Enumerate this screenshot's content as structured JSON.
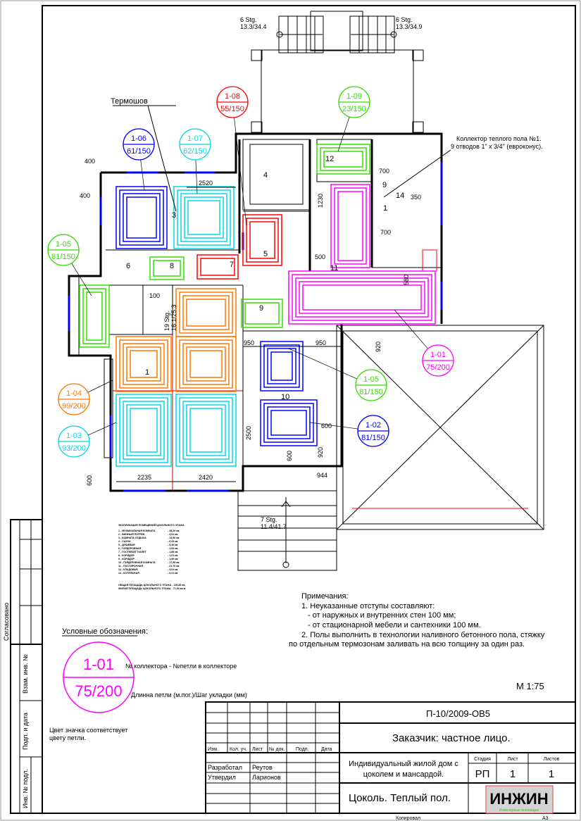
{
  "drawing": {
    "thermoshov_label": "Термошов",
    "collector_note": [
      "Коллектор теплого пола №1.",
      "9 отводов 1\" x 3/4\" (евроконус)."
    ],
    "stairs": [
      {
        "name": "6 Stg.",
        "value": "13.3/34.4"
      },
      {
        "name": "6 Stg.",
        "value": "13.3/34.9"
      },
      {
        "name": "19 Stg.",
        "value": "16.1/25.3"
      },
      {
        "name": "7 Stg.",
        "value": "11.4/41.7"
      }
    ],
    "dimensions": [
      "400",
      "400",
      "2520",
      "700",
      "1230",
      "350",
      "700",
      "500",
      "580",
      "100",
      "950",
      "950",
      "920",
      "600",
      "2500",
      "600",
      "920",
      "944",
      "2235",
      "2420",
      "600"
    ],
    "rooms": [
      "3",
      "4",
      "12",
      "9",
      "14",
      "1",
      "5",
      "7",
      "6",
      "8",
      "11",
      "9",
      "1",
      "10"
    ],
    "markers": [
      {
        "id": "1-06",
        "len": "61/150",
        "color": "#0000ff"
      },
      {
        "id": "1-07",
        "len": "62/150",
        "color": "#00d8e8"
      },
      {
        "id": "1-08",
        "len": "55/150",
        "color": "#ff0000"
      },
      {
        "id": "1-09",
        "len": "23/150",
        "color": "#33dd00"
      },
      {
        "id": "1-05",
        "len": "81/150",
        "color": "#33dd00"
      },
      {
        "id": "1-04",
        "len": "99/200",
        "color": "#ff7700"
      },
      {
        "id": "1-03",
        "len": "93/200",
        "color": "#00d8e8"
      },
      {
        "id": "1-01",
        "len": "75/200",
        "color": "#ff00ff"
      },
      {
        "id": "1-05",
        "len": "81/150",
        "color": "#33dd00"
      },
      {
        "id": "1-02",
        "len": "81/150",
        "color": "#0000ff"
      }
    ]
  },
  "explication": {
    "title": "ЭКСПЛИКАЦИЯ ПОМЕЩЕНИЙ ЦОКОЛЬНОГО ЭТАЖА",
    "rows": [
      [
        "1 - МУЗЫКАЛЬНАЯ КОМНАТА",
        "- 38,20 кв."
      ],
      [
        "2 - ВИННЫЙ ПОГРЕБ",
        "- 3,04 кв."
      ],
      [
        "3 - КОМНАТА ОТДЫХА",
        "- 14,90 кв."
      ],
      [
        "4 - САУНА",
        "- 6,43 кв."
      ],
      [
        "5 - ДУШЕВАЯ",
        "- 5,30 кв."
      ],
      [
        "6 - ГАРДЕРОБНАЯ",
        "- 1,82 кв."
      ],
      [
        "7 - ГОСТЕВОЙ ТУАЛЕТ",
        "- 1,85 кв."
      ],
      [
        "8 - КОРИДОР",
        "- 1,01 кв."
      ],
      [
        "9 - КОРИДОР",
        "- 1,99 кв."
      ],
      [
        "10 - ГАРДЕРОБНАЯ КОМНАТА",
        "- 17,95 кв."
      ],
      [
        "11 - ПОСТИРОЧНАЯ",
        "- 21,70 кв."
      ],
      [
        "12 - КЛАДОВАЯ",
        "- 3,04 кв."
      ],
      [
        "14 - КОТЕЛЬНАЯ",
        "- 9,21 кв."
      ]
    ],
    "total": "ОБЩАЯ ПЛОЩАДЬ ЦОКОЛЬНОГО ЭТАЖА - 139,89 кв.",
    "living": "ЖИЛАЯ ПЛОЩАДЬ ЦОКОЛЬНОГО ЭТАЖА - 71,90 кв.м"
  },
  "notes": {
    "title": "Примечания:",
    "lines": [
      "1. Неуказанные отступы составляют:",
      "- от наружных и внутренних стен 100 мм;",
      "- от стационарной мебели и сантехники 100 мм.",
      "2. Полы выполнить в технологии наливного бетонного пола, стяжку",
      "по отдельным термозонам заливать на всю толщину за один раз."
    ]
  },
  "legend": {
    "title": "Условные обозначения:",
    "marker_id": "1-01",
    "marker_len": "75/200",
    "marker_color": "#ff00ff",
    "id_desc": "№ коллектора - №петли в коллекторе",
    "len_desc": "Длинна петли (м.пог.)/Шаг укладки (мм)",
    "color_note": [
      "Цвет значка соответствует",
      "цвету петли."
    ]
  },
  "scale": "М 1:75",
  "side_stamp": {
    "agreed": "Согласовано",
    "replace_inv": "Взам. инв. №",
    "sign_date": "Подп. и дата",
    "inv_orig": "Инв. № подл."
  },
  "title_block": {
    "code": "П-10/2009-ОВ5",
    "customer": "Заказчик: частное лицо.",
    "headers": [
      "Изм.",
      "Кол. уч.",
      "Лист",
      "№ док.",
      "Подп.",
      "Дата"
    ],
    "developed_label": "Разработал",
    "developed_name": "Реутов",
    "approved_label": "Утвердил",
    "approved_name": "Ларионов",
    "project": [
      "Индивидуальный жилой дом с",
      "цоколем и мансардой."
    ],
    "stage_label": "Стадия",
    "sheet_label": "Лист",
    "sheets_label": "Листов",
    "stage": "РП",
    "sheet": "1",
    "sheets": "1",
    "sheet_title": "Цоколь. Теплый пол.",
    "logo_text": "ИНЖИН",
    "logo_sub": "Инженерные инновации",
    "copied": "Копировал",
    "format": "А3"
  }
}
